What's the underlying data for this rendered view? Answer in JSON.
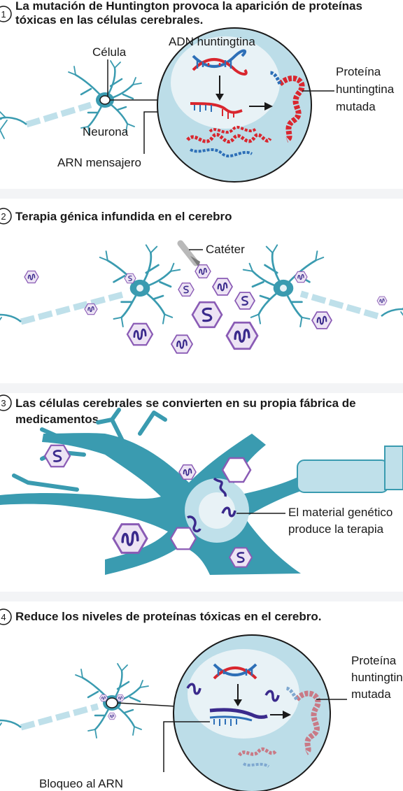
{
  "sections": [
    {
      "number": "1",
      "title_lines": [
        "La mutación de Huntington provoca la aparición de proteínas",
        "tóxicas en las células cerebrales."
      ],
      "labels": {
        "cell": "Célula",
        "dna": "ADN huntingtina",
        "neuron": "Neurona",
        "mrna": "ARN mensajero",
        "protein_lines": [
          "Proteína",
          "huntingtina",
          "mutada"
        ]
      }
    },
    {
      "number": "2",
      "title_lines": [
        "Terapia génica infundida en el cerebro"
      ],
      "labels": {
        "catheter": "Catéter"
      }
    },
    {
      "number": "3",
      "title_lines": [
        "Las células cerebrales se convierten en su propia fábrica de",
        "medicamentos."
      ],
      "labels": {
        "material_lines": [
          "El material genético",
          "produce la terapia"
        ]
      }
    },
    {
      "number": "4",
      "title_lines": [
        "Reduce los niveles de proteínas tóxicas en el cerebro."
      ],
      "labels": {
        "protein_lines": [
          "Proteína",
          "huntingtina",
          "mutada"
        ],
        "block": "Bloqueo al ARN"
      }
    }
  ],
  "colors": {
    "neuron": "#3a9bb0",
    "neuron_light": "#bfe0ea",
    "nucleus_bg": "#cfe6ee",
    "dna_blue": "#2d6fb7",
    "dna_red": "#d9262e",
    "virus_fill": "#ede4f4",
    "virus_stroke": "#8a5bb5",
    "virus_glyph": "#3a2a8c",
    "section_bg": "#f3f4f6"
  }
}
